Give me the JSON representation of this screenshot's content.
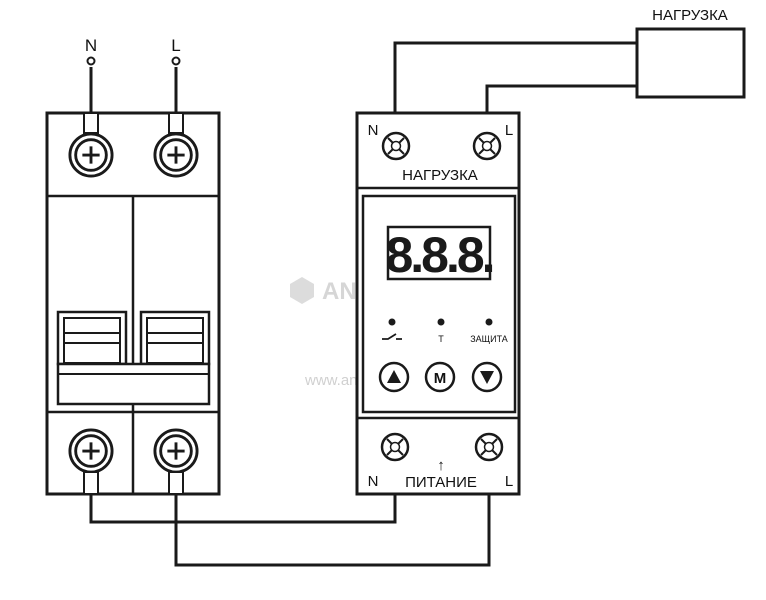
{
  "breaker": {
    "top_labels": [
      "N",
      "L"
    ]
  },
  "load_box": {
    "label": "НАГРУЗКА"
  },
  "relay": {
    "top_n": "N",
    "top_l": "L",
    "top_caption": "НАГРУЗКА",
    "display_digits": "8.8.8.",
    "indicators": [
      "",
      "Т",
      "ЗАЩИТА"
    ],
    "buttons": [
      "▲",
      "M",
      "▼"
    ],
    "bottom_n": "N",
    "bottom_l": "L",
    "bottom_caption": "ПИТАНИЕ",
    "arrow": "↑"
  },
  "watermark": {
    "brand": "ANT-ELECTRIC",
    "url": "www.ant-electric.ru"
  },
  "colors": {
    "line": "#1a1a1a",
    "background": "#ffffff",
    "screen": "#1a1a1a",
    "watermark": "#d6d6d6"
  }
}
